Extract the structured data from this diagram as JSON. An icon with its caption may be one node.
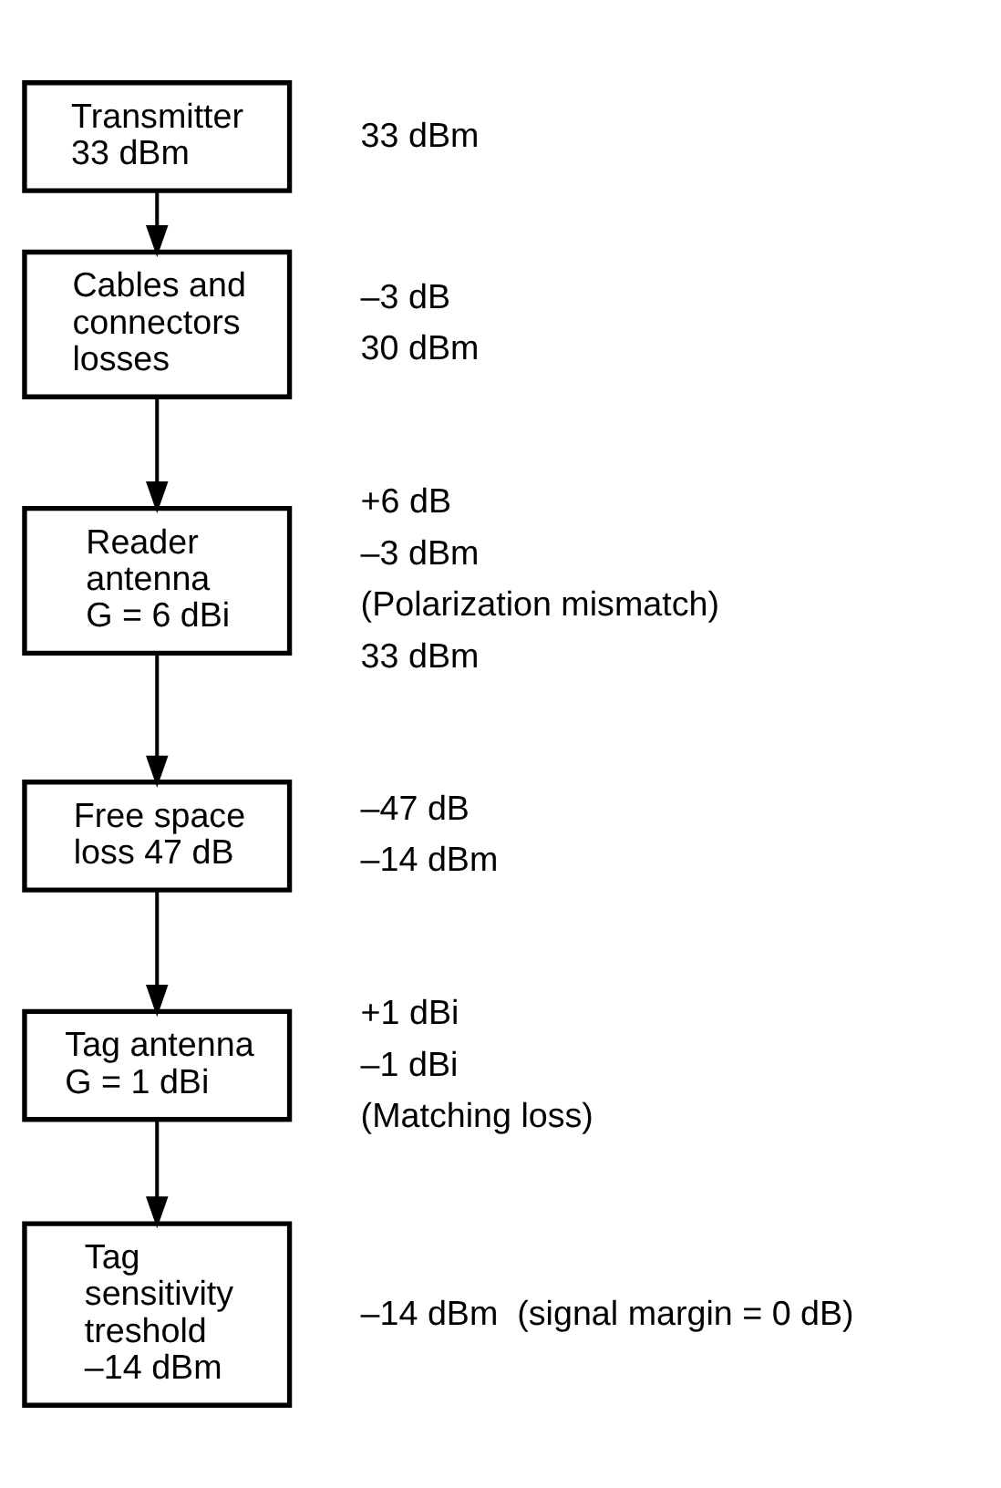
{
  "diagram": {
    "nodes": [
      {
        "text": [
          "Transmitter",
          "33 dBm"
        ],
        "beside": [
          "33 dBm"
        ]
      },
      {
        "text": [
          "Cables and connectors losses"
        ],
        "beside": [
          "–3 dB",
          "30 dBm"
        ]
      },
      {
        "text": [
          "Reader antenna",
          "G = 6 dBi"
        ],
        "beside": [
          "+6 dB",
          "–3 dBm",
          "(Polarization mismatch)",
          "33 dBm"
        ]
      },
      {
        "text": [
          "Free space loss 47 dB"
        ],
        "beside": [
          "–47 dB",
          "–14 dBm"
        ]
      },
      {
        "text": [
          "Tag antenna",
          "G = 1 dBi"
        ],
        "beside": [
          "+1 dBi",
          "–1 dBi",
          "(Matching loss)"
        ]
      },
      {
        "text": [
          "Tag sensitivity treshold",
          "–14 dBm"
        ],
        "beside": [
          "–14 dBm  (signal margin = 0 dB)"
        ]
      }
    ],
    "edges": [
      {
        "from": 0,
        "to": 1,
        "arrow": "to"
      },
      {
        "from": 1,
        "to": 2,
        "arrow": "to"
      },
      {
        "from": 2,
        "to": 3,
        "arrow": "to"
      },
      {
        "from": 3,
        "to": 4,
        "arrow": "to"
      },
      {
        "from": 4,
        "to": 5,
        "arrow": "to"
      }
    ]
  }
}
